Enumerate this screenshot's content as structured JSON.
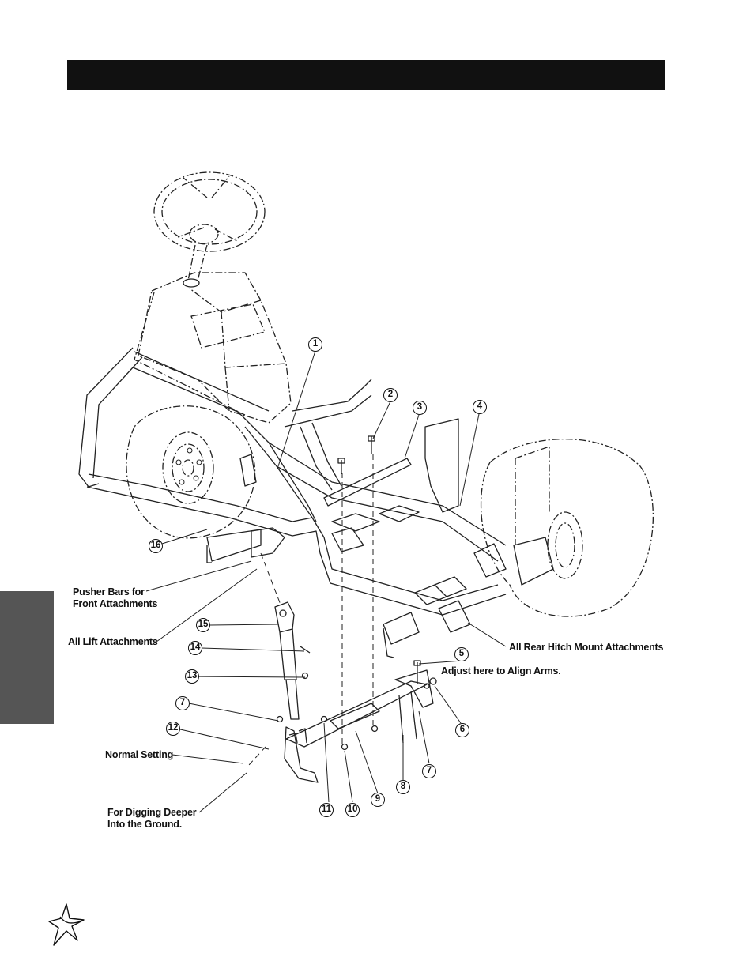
{
  "callouts": [
    {
      "num": "1"
    },
    {
      "num": "2"
    },
    {
      "num": "3"
    },
    {
      "num": "4"
    },
    {
      "num": "5"
    },
    {
      "num": "6"
    },
    {
      "num": "7"
    },
    {
      "num": "7"
    },
    {
      "num": "8"
    },
    {
      "num": "9"
    },
    {
      "num": "10"
    },
    {
      "num": "11"
    },
    {
      "num": "12"
    },
    {
      "num": "13"
    },
    {
      "num": "14"
    },
    {
      "num": "15"
    },
    {
      "num": "16"
    }
  ],
  "labels": {
    "pusher_bars": [
      "Pusher Bars for",
      "Front Attachments"
    ],
    "all_lift": "All Lift Attachments",
    "rear_hitch": "All Rear Hitch Mount Attachments",
    "adjust": "Adjust here to Align Arms.",
    "normal_setting": "Normal Setting",
    "digging": [
      "For Digging Deeper",
      "Into the Ground."
    ]
  },
  "icons": {
    "logo": "star-logo-icon"
  },
  "colors": {
    "header_bar": "#111111",
    "side_tab": "#555555"
  }
}
